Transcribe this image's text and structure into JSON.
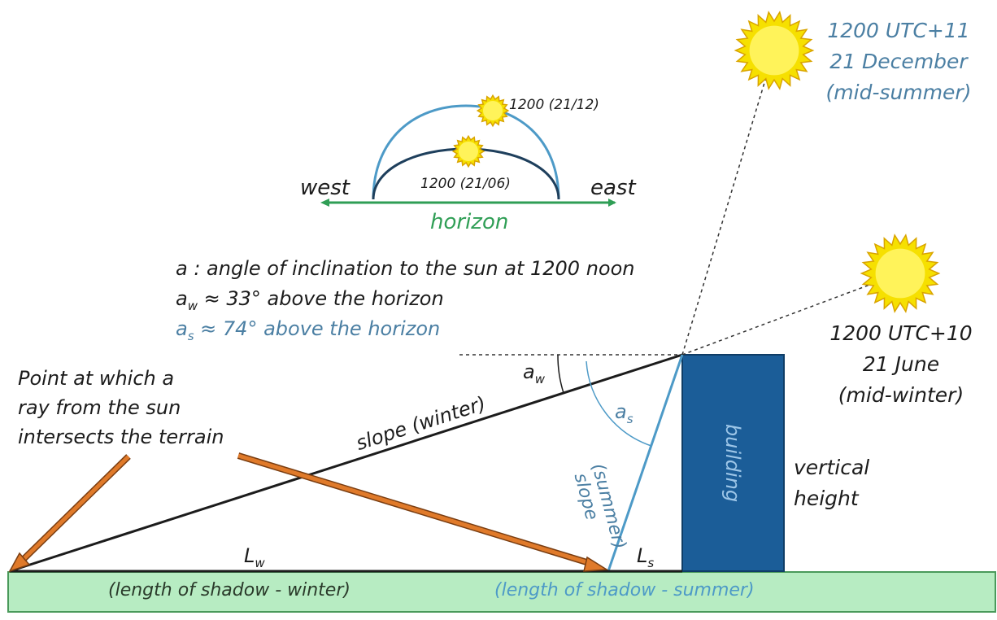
{
  "colors": {
    "ink": "#1c1c1c",
    "blue_text": "#4b7fa3",
    "summer_line": "#4d9ac7",
    "winter_arc": "#1e3f5c",
    "green": "#2f9e55",
    "ground_fill": "#b7ecc2",
    "ground_stroke": "#4a9a5b",
    "building": "#1b5d98",
    "building_label": "#9dc6e8",
    "arrow_orange": "#e07a2a",
    "arrow_outline": "#7a3e12",
    "sun_fill": "#f6e000",
    "sun_stroke": "#d9a400"
  },
  "inset": {
    "west": "west",
    "east": "east",
    "horizon": "horizon",
    "summer_noon": "1200 (21/12)",
    "winter_noon": "1200 (21/06)"
  },
  "legend": {
    "line1": "a : angle of inclination to the sun at 1200 noon",
    "line2_sym": "a",
    "line2_sub": "w",
    "line2_rest": " ≈ 33° above the horizon",
    "line3_sym": "a",
    "line3_sub": "s",
    "line3_rest": " ≈ 74° above the horizon"
  },
  "sun_summer": {
    "line1": "1200 UTC+11",
    "line2": "21 December",
    "line3": "(mid-summer)"
  },
  "sun_winter": {
    "line1": "1200 UTC+10",
    "line2": "21 June",
    "line3": "(mid-winter)"
  },
  "callout": {
    "line1": "Point at which a",
    "line2": "ray from the sun",
    "line3": "intersects the terrain"
  },
  "labels": {
    "slope_winter": "slope (winter)",
    "slope_summer_1": "slope",
    "slope_summer_2": "(summer)",
    "angle_w_sym": "a",
    "angle_w_sub": "w",
    "angle_s_sym": "a",
    "angle_s_sub": "s",
    "building": "building",
    "vertical_1": "vertical",
    "vertical_2": "height",
    "lw_sym": "L",
    "lw_sub": "w",
    "ls_sym": "L",
    "ls_sub": "s",
    "shadow_winter": "(length of shadow - winter)",
    "shadow_summer": "(length of shadow - summer)"
  }
}
